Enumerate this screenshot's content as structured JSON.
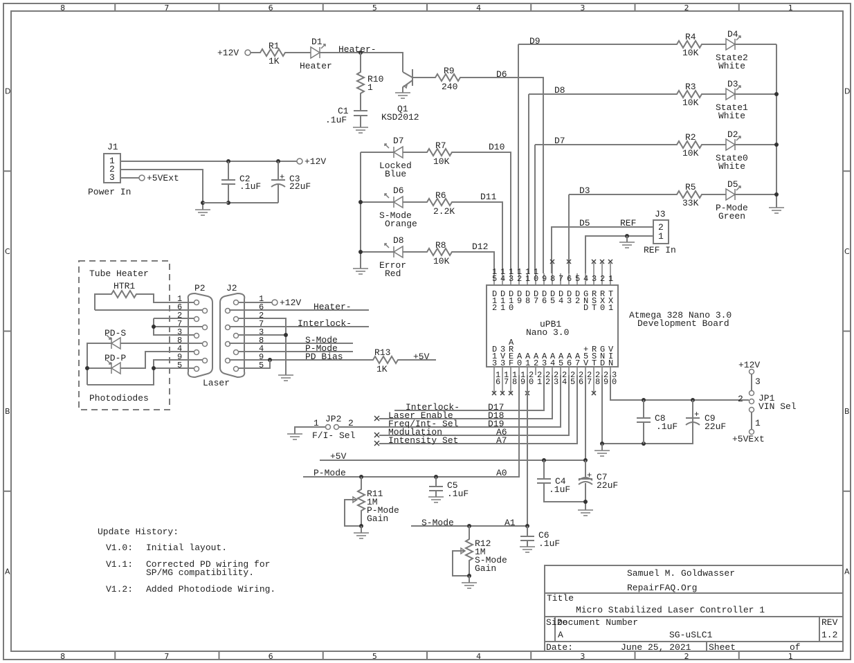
{
  "frame": {
    "columns": [
      "8",
      "7",
      "6",
      "5",
      "4",
      "3",
      "2",
      "1"
    ],
    "rows": [
      "D",
      "C",
      "B",
      "A"
    ]
  },
  "heater_circuit": {
    "supply": "+12V",
    "r1": {
      "ref": "R1",
      "value": "1K"
    },
    "d1": {
      "ref": "D1",
      "label": "Heater"
    },
    "net": "Heater-",
    "r10": {
      "ref": "R10",
      "value": "1"
    },
    "c1": {
      "ref": "C1",
      "value": ".1uF"
    },
    "q1": {
      "ref": "Q1",
      "value": "KSD2012"
    },
    "r9": {
      "ref": "R9",
      "value": "240"
    },
    "net_d6": "D6"
  },
  "status_leds": [
    {
      "net": "D9",
      "r_ref": "R4",
      "r_val": "10K",
      "d_ref": "D4",
      "name": "State2",
      "color": "White"
    },
    {
      "net": "D8",
      "r_ref": "R3",
      "r_val": "10K",
      "d_ref": "D3",
      "name": "State1",
      "color": "White"
    },
    {
      "net": "D7",
      "r_ref": "R2",
      "r_val": "10K",
      "d_ref": "D2",
      "name": "State0",
      "color": "White"
    },
    {
      "net": "D3",
      "r_ref": "R5",
      "r_val": "33K",
      "d_ref": "D5",
      "name": "P-Mode",
      "color": "Green"
    }
  ],
  "left_leds": [
    {
      "net": "D10",
      "r_ref": "R7",
      "r_val": "10K",
      "d_ref": "D7",
      "name": "Locked",
      "color": "Blue"
    },
    {
      "net": "D11",
      "r_ref": "R6",
      "r_val": "2.2K",
      "d_ref": "D6",
      "name": "S-Mode",
      "color": "Orange"
    },
    {
      "net": "D12",
      "r_ref": "R8",
      "r_val": "10K",
      "d_ref": "D8",
      "name": "Error",
      "color": "Red"
    }
  ],
  "power_in": {
    "ref": "J1",
    "label": "Power In",
    "pins": [
      "1",
      "2",
      "3"
    ],
    "v12": "+12V",
    "v5": "+5VExt",
    "c2": {
      "ref": "C2",
      "value": ".1uF"
    },
    "c3": {
      "ref": "C3",
      "value": "22uF"
    }
  },
  "ref_in": {
    "ref": "J3",
    "label": "REF In",
    "pins": [
      "2",
      "1"
    ],
    "net_d5": "D5",
    "net_ref": "REF"
  },
  "mcu": {
    "ref": "uPB1",
    "value": "Nano 3.0",
    "description": [
      "Atmega 328 Nano 3.0",
      "Development Board"
    ],
    "top_pin_numbers": [
      "1\n5",
      "1\n4",
      "1\n3",
      "1\n2",
      "1\n1",
      "1\n0",
      "9",
      "8",
      "7",
      "6",
      "5",
      "4",
      "3",
      "2",
      "1"
    ],
    "top_pin_names": [
      "D\n1\n2",
      "D\n1\n1",
      "D\n1\n0",
      "D\n9",
      "D\n8",
      "D\n7",
      "D\n6",
      "D\n5",
      "D\n4",
      "D\n3",
      "D\n2",
      "G\nN\nD",
      "R\nS\nT",
      "R\nX\n0",
      "T\nX\n1"
    ],
    "bottom_pin_names": [
      "D\n1\n3",
      "3\nV\n3",
      "A\nR\nE\nF",
      "A\n0",
      "A\n1",
      "A\n2",
      "A\n3",
      "A\n4",
      "A\n5",
      "A\n6",
      "A\n7",
      "+\n5\nV",
      "R\nS\nT",
      "G\nN\nD",
      "V\nI\nN"
    ],
    "bottom_pin_numbers": [
      "1\n6",
      "1\n7",
      "1\n8",
      "1\n9",
      "2\n0",
      "2\n1",
      "2\n2",
      "2\n3",
      "2\n4",
      "2\n5",
      "2\n6",
      "2\n7",
      "2\n8",
      "2\n9",
      "3\n0"
    ]
  },
  "laser_connector": {
    "tube_heater_label": "Tube Heater",
    "htr": "HTR1",
    "pd_s": "PD-S",
    "pd_p": "PD-P",
    "photodiodes_label": "Photodiodes",
    "p2": "P2",
    "j2": "J2",
    "laser_label": "Laser",
    "pins": [
      "1",
      "6",
      "2",
      "7",
      "3",
      "8",
      "4",
      "9",
      "5"
    ],
    "nets": {
      "v12": "+12V",
      "heater": "Heater-",
      "interlock": "Interlock-",
      "smode": "S-Mode",
      "pmode": "P-Mode",
      "pdbias": "PD Bias"
    },
    "r13": {
      "ref": "R13",
      "value": "1K"
    },
    "v5": "+5V"
  },
  "io_signals": [
    {
      "name": "Interlock-",
      "pin": "D17"
    },
    {
      "name": "Laser Enable",
      "pin": "D18"
    },
    {
      "name": "Freq/Int- Sel",
      "pin": "D19"
    },
    {
      "name": "Modulation",
      "pin": "A6"
    },
    {
      "name": "Intensity Set",
      "pin": "A7"
    }
  ],
  "jp2": {
    "ref": "JP2",
    "label": "F/I- Sel",
    "pin1": "1",
    "pin2": "2"
  },
  "jp1": {
    "ref": "JP1",
    "label": "VIN Sel",
    "v12": "+12V",
    "v5": "+5VExt",
    "pins": [
      "3",
      "2",
      "1"
    ]
  },
  "vin_caps": {
    "c8": {
      "ref": "C8",
      "value": ".1uF"
    },
    "c9": {
      "ref": "C9",
      "value": "22uF"
    }
  },
  "rail": {
    "v5": "+5V",
    "c4": {
      "ref": "C4",
      "value": ".1uF"
    },
    "c7": {
      "ref": "C7",
      "value": "22uF"
    }
  },
  "analog": {
    "pmode": "P-Mode",
    "a0": "A0",
    "c5": {
      "ref": "C5",
      "value": ".1uF"
    },
    "r11": {
      "ref": "R11",
      "value": "1M",
      "l1": "P-Mode",
      "l2": "Gain"
    },
    "smode": "S-Mode",
    "a1": "A1",
    "c6": {
      "ref": "C6",
      "value": ".1uF"
    },
    "r12": {
      "ref": "R12",
      "value": "1M",
      "l1": "S-Mode",
      "l2": "Gain"
    }
  },
  "update_history": {
    "title": "Update History:",
    "entries": [
      {
        "version": "V1.0:",
        "text": [
          "Initial layout."
        ]
      },
      {
        "version": "V1.1:",
        "text": [
          "Corrected PD wiring for",
          "SP/MG compatibility."
        ]
      },
      {
        "version": "V1.2:",
        "text": [
          "Added Photodiode Wiring."
        ]
      }
    ]
  },
  "title_block": {
    "author": "Samuel M. Goldwasser",
    "org": "RepairFAQ.Org",
    "title_label": "Title",
    "title": "Micro Stabilized Laser Controller 1",
    "size_label": "Size",
    "size": "A",
    "docnum_label": "Document Number",
    "docnum": "SG-uSLC1",
    "rev_label": "REV",
    "rev": "1.2",
    "date_label": "Date:",
    "date": "June 25, 2021",
    "sheet_label": "Sheet",
    "of_label": "of"
  }
}
